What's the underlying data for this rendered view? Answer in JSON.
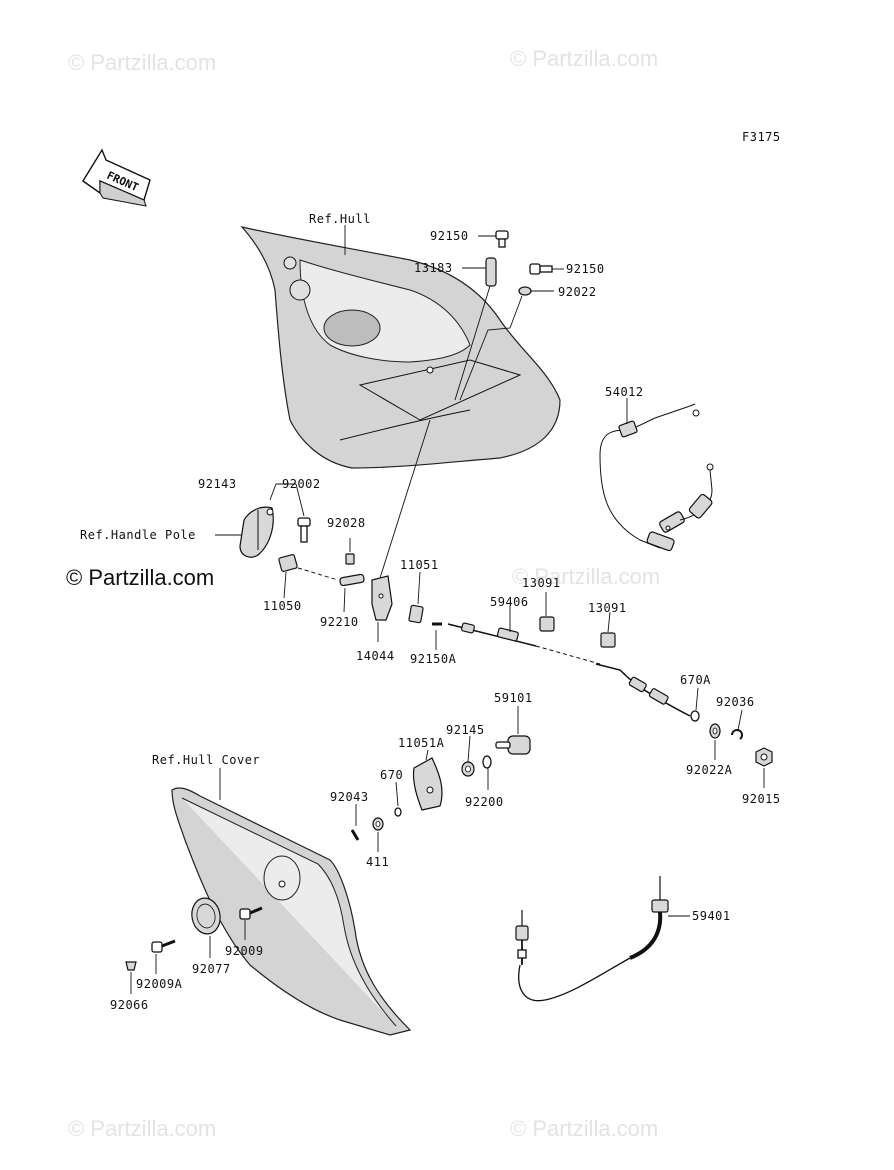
{
  "figure_code": "F3175",
  "front_arrow_label": "FRONT",
  "watermark_text": "© Partzilla.com",
  "reference_labels": {
    "hull": "Ref.Hull",
    "handle_pole": "Ref.Handle Pole",
    "hull_cover": "Ref.Hull Cover"
  },
  "part_numbers": {
    "p92150_top": "92150",
    "p13183": "13183",
    "p92150_right": "92150",
    "p92022": "92022",
    "p54012": "54012",
    "p92143": "92143",
    "p92002": "92002",
    "p92028": "92028",
    "p11050": "11050",
    "p92210": "92210",
    "p14044": "14044",
    "p11051": "11051",
    "p92150A": "92150A",
    "p59406": "59406",
    "p13091_a": "13091",
    "p13091_b": "13091",
    "p670A": "670A",
    "p92036": "92036",
    "p92022A": "92022A",
    "p92015": "92015",
    "p59101": "59101",
    "p92145": "92145",
    "p11051A": "11051A",
    "p92200": "92200",
    "p670": "670",
    "p92043": "92043",
    "p411": "411",
    "p59401": "59401",
    "p92009": "92009",
    "p92077": "92077",
    "p92009A": "92009A",
    "p92066": "92066"
  }
}
